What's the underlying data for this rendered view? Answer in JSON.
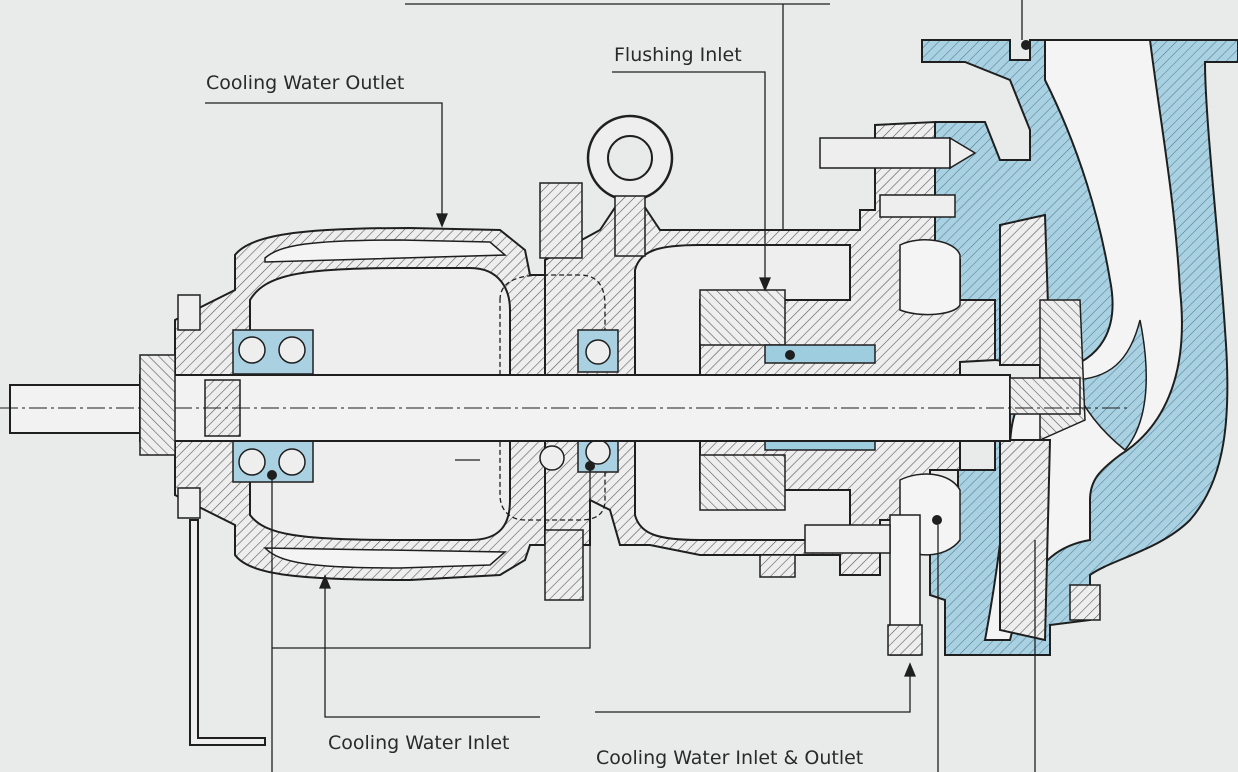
{
  "labels": {
    "cooling_water_outlet": "Cooling Water Outlet",
    "flushing_inlet": "Flushing Inlet",
    "cooling_water_inlet": "Cooling Water Inlet",
    "cooling_water_inlet_outlet": "Cooling Water Inlet & Outlet"
  },
  "colors": {
    "background": "#e9eaea",
    "section_line": "#1f1f1f",
    "hatch": "#5a5a5a",
    "casing_fill": "#a9d1e2",
    "seal_fill": "#9fcde0",
    "part_fill": "#eeeeee",
    "label_text": "#2a2a2a"
  }
}
